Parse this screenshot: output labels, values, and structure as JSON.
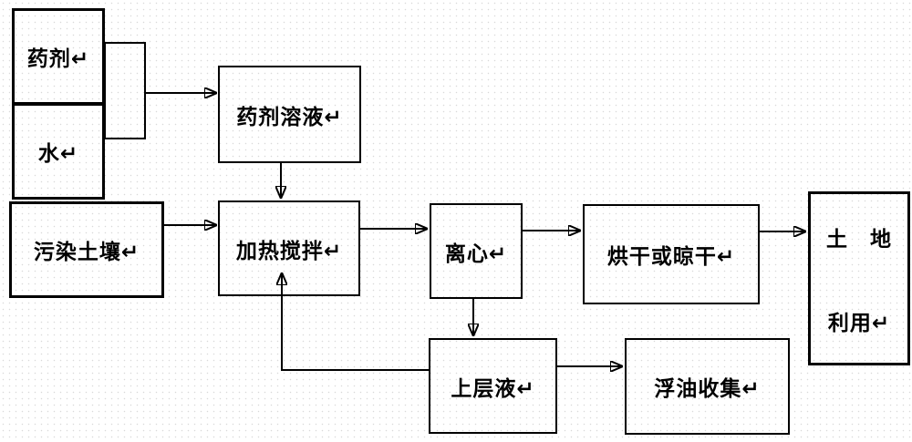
{
  "diagram": {
    "type": "process-flowchart",
    "language": "zh",
    "line_color": "#000000",
    "background_color": "#ffffff"
  },
  "nodes": {
    "reagent": {
      "label": "药剂↵"
    },
    "water": {
      "label": "水↵"
    },
    "reagent_solution": {
      "label": "药剂溶液↵"
    },
    "contaminated_soil": {
      "label": "污染土壤↵"
    },
    "heat_stir": {
      "label": "加热搅拌↵"
    },
    "centrifuge": {
      "label": "离心↵"
    },
    "drying": {
      "label": "烘干或晾干↵"
    },
    "land_use": {
      "line1": "土　地",
      "line2": "利用↵"
    },
    "supernatant": {
      "label": "上层液↵"
    },
    "oil_collection": {
      "label": "浮油收集↵"
    }
  },
  "edges": [
    {
      "from": "reagent+water",
      "to": "reagent_solution"
    },
    {
      "from": "reagent_solution",
      "to": "heat_stir"
    },
    {
      "from": "contaminated_soil",
      "to": "heat_stir"
    },
    {
      "from": "heat_stir",
      "to": "centrifuge"
    },
    {
      "from": "centrifuge",
      "to": "drying"
    },
    {
      "from": "drying",
      "to": "land_use"
    },
    {
      "from": "centrifuge",
      "to": "supernatant"
    },
    {
      "from": "supernatant",
      "to": "oil_collection"
    },
    {
      "from": "supernatant",
      "to": "heat_stir",
      "note": "recycle line entering bottom of heat_stir"
    }
  ]
}
